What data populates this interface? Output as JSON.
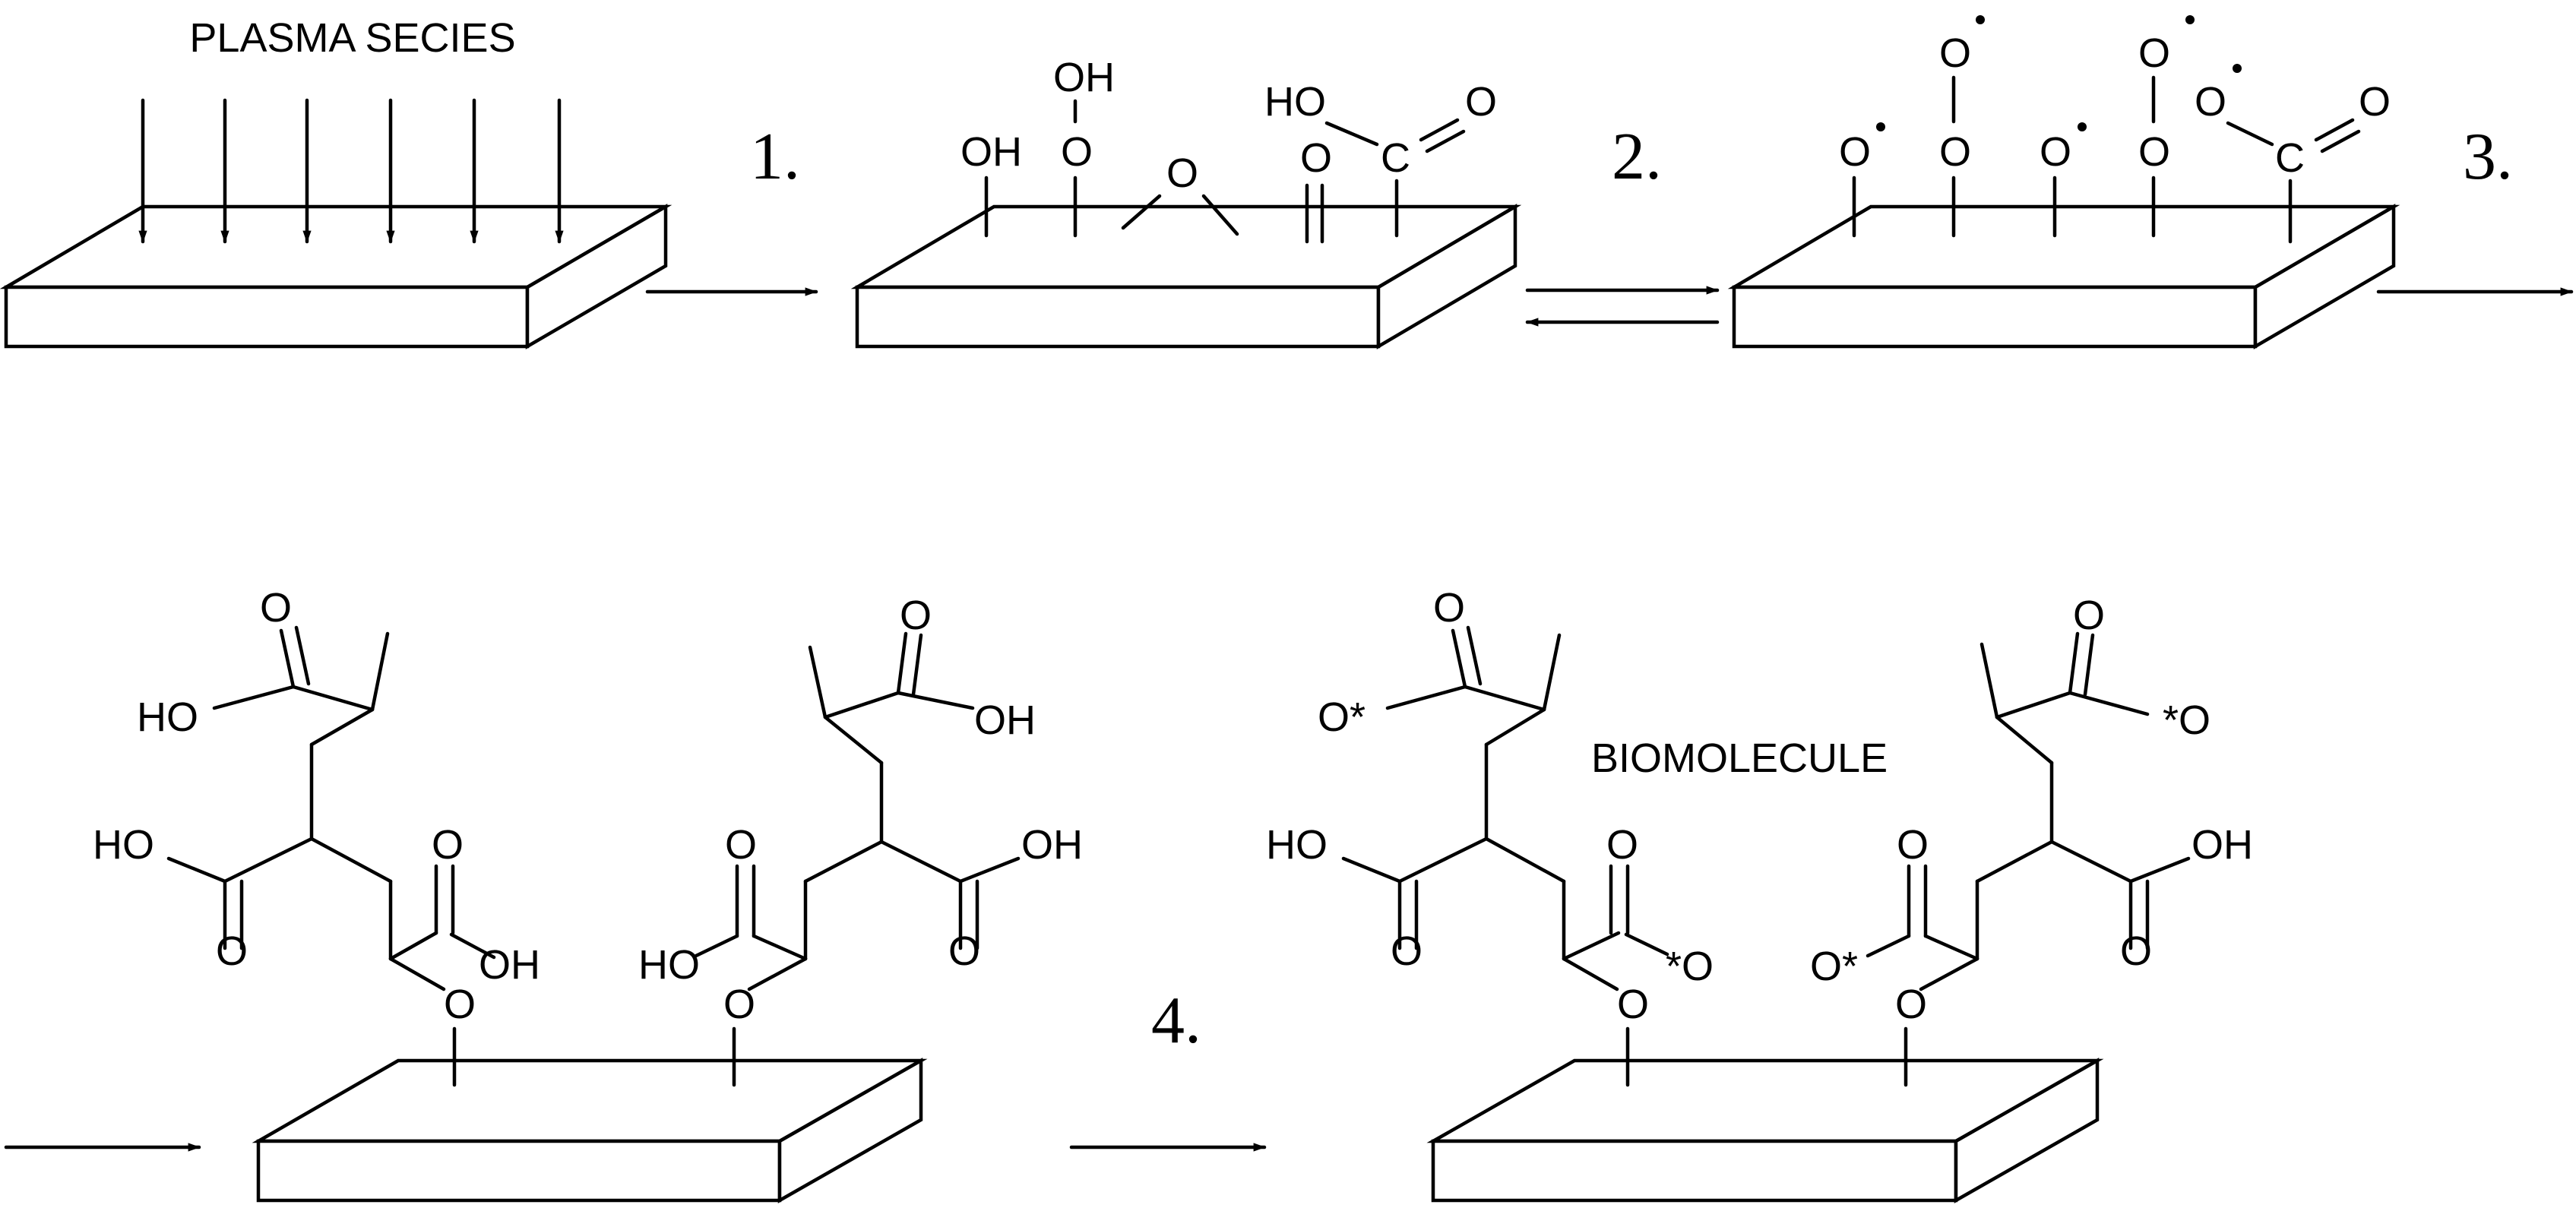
{
  "labels": {
    "plasma": "PLASMA SECIES",
    "biomolecule": "BIOMOLECULE",
    "step1": "1.",
    "step2": "2.",
    "step3": "3.",
    "step4": "4.",
    "oh": "OH",
    "ho": "HO",
    "o": "O",
    "c": "C",
    "o_star_left": "O*",
    "star_o_right": "*O"
  }
}
